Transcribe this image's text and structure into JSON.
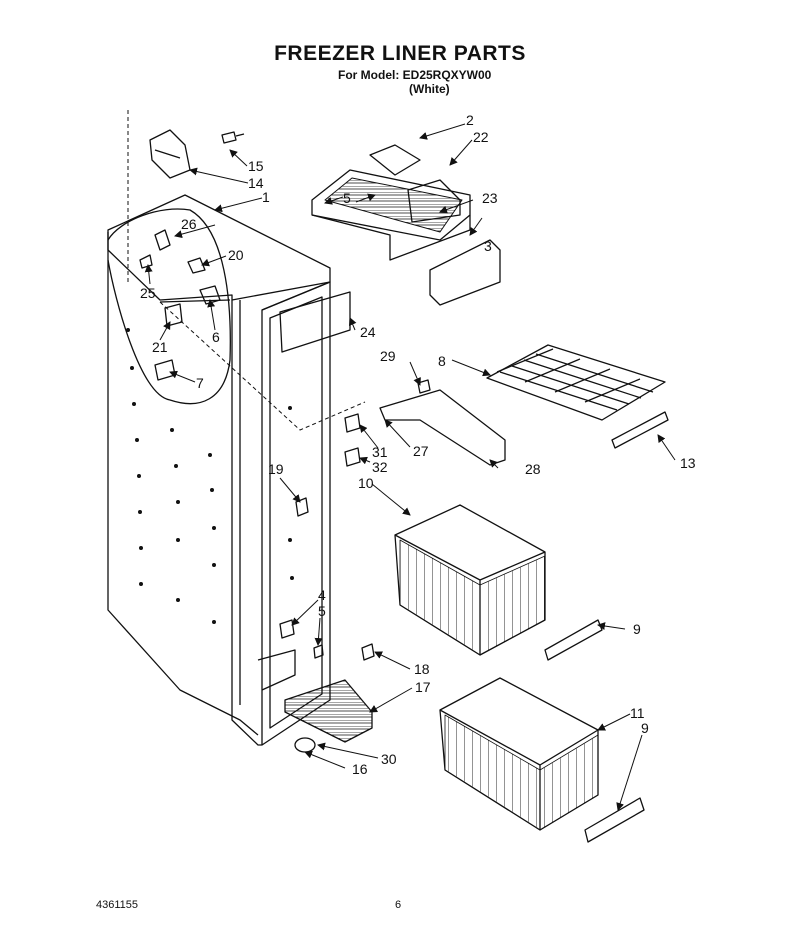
{
  "header": {
    "title": "FREEZER LINER PARTS",
    "model_line": "For Model: ED25RQXYW00",
    "color_line": "(White)"
  },
  "footer": {
    "part_number": "4361155",
    "page_number": "6"
  },
  "callouts": [
    {
      "id": "c1",
      "text": "1"
    },
    {
      "id": "c2",
      "text": "2"
    },
    {
      "id": "c3",
      "text": "3"
    },
    {
      "id": "c4",
      "text": "4"
    },
    {
      "id": "c5a",
      "text": "5"
    },
    {
      "id": "c5b",
      "text": "5"
    },
    {
      "id": "c6",
      "text": "6"
    },
    {
      "id": "c7",
      "text": "7"
    },
    {
      "id": "c8",
      "text": "8"
    },
    {
      "id": "c9a",
      "text": "9"
    },
    {
      "id": "c9b",
      "text": "9"
    },
    {
      "id": "c10",
      "text": "10"
    },
    {
      "id": "c11",
      "text": "11"
    },
    {
      "id": "c13",
      "text": "13"
    },
    {
      "id": "c14",
      "text": "14"
    },
    {
      "id": "c15",
      "text": "15"
    },
    {
      "id": "c16",
      "text": "16"
    },
    {
      "id": "c17",
      "text": "17"
    },
    {
      "id": "c18",
      "text": "18"
    },
    {
      "id": "c19",
      "text": "19"
    },
    {
      "id": "c20",
      "text": "20"
    },
    {
      "id": "c21",
      "text": "21"
    },
    {
      "id": "c22",
      "text": "22"
    },
    {
      "id": "c23",
      "text": "23"
    },
    {
      "id": "c24",
      "text": "24"
    },
    {
      "id": "c25",
      "text": "25"
    },
    {
      "id": "c26",
      "text": "26"
    },
    {
      "id": "c27",
      "text": "27"
    },
    {
      "id": "c28",
      "text": "28"
    },
    {
      "id": "c29",
      "text": "29"
    },
    {
      "id": "c30",
      "text": "30"
    },
    {
      "id": "c31",
      "text": "31"
    },
    {
      "id": "c32",
      "text": "32"
    }
  ]
}
